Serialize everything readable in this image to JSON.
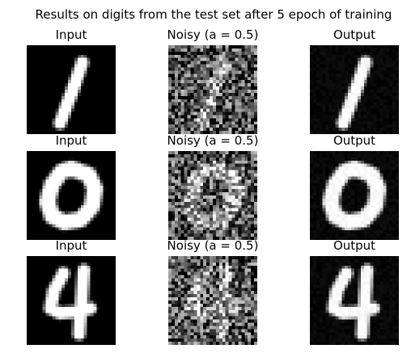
{
  "figure": {
    "title": "Results on digits from the test set after 5 epoch of training"
  },
  "column_titles": [
    "Input",
    "Noisy (a = 0.5)",
    "Output"
  ],
  "rows": [
    {
      "digit": 1,
      "panels": [
        "Input",
        "Noisy (a = 0.5)",
        "Output"
      ]
    },
    {
      "digit": 0,
      "panels": [
        "Input",
        "Noisy (a = 0.5)",
        "Output"
      ]
    },
    {
      "digit": 4,
      "panels": [
        "Input",
        "Noisy (a = 0.5)",
        "Output"
      ]
    }
  ],
  "noise_amplitude": 0.5,
  "colors": {
    "background": "#ffffff",
    "image_black": "#000000",
    "image_white": "#ffffff"
  }
}
